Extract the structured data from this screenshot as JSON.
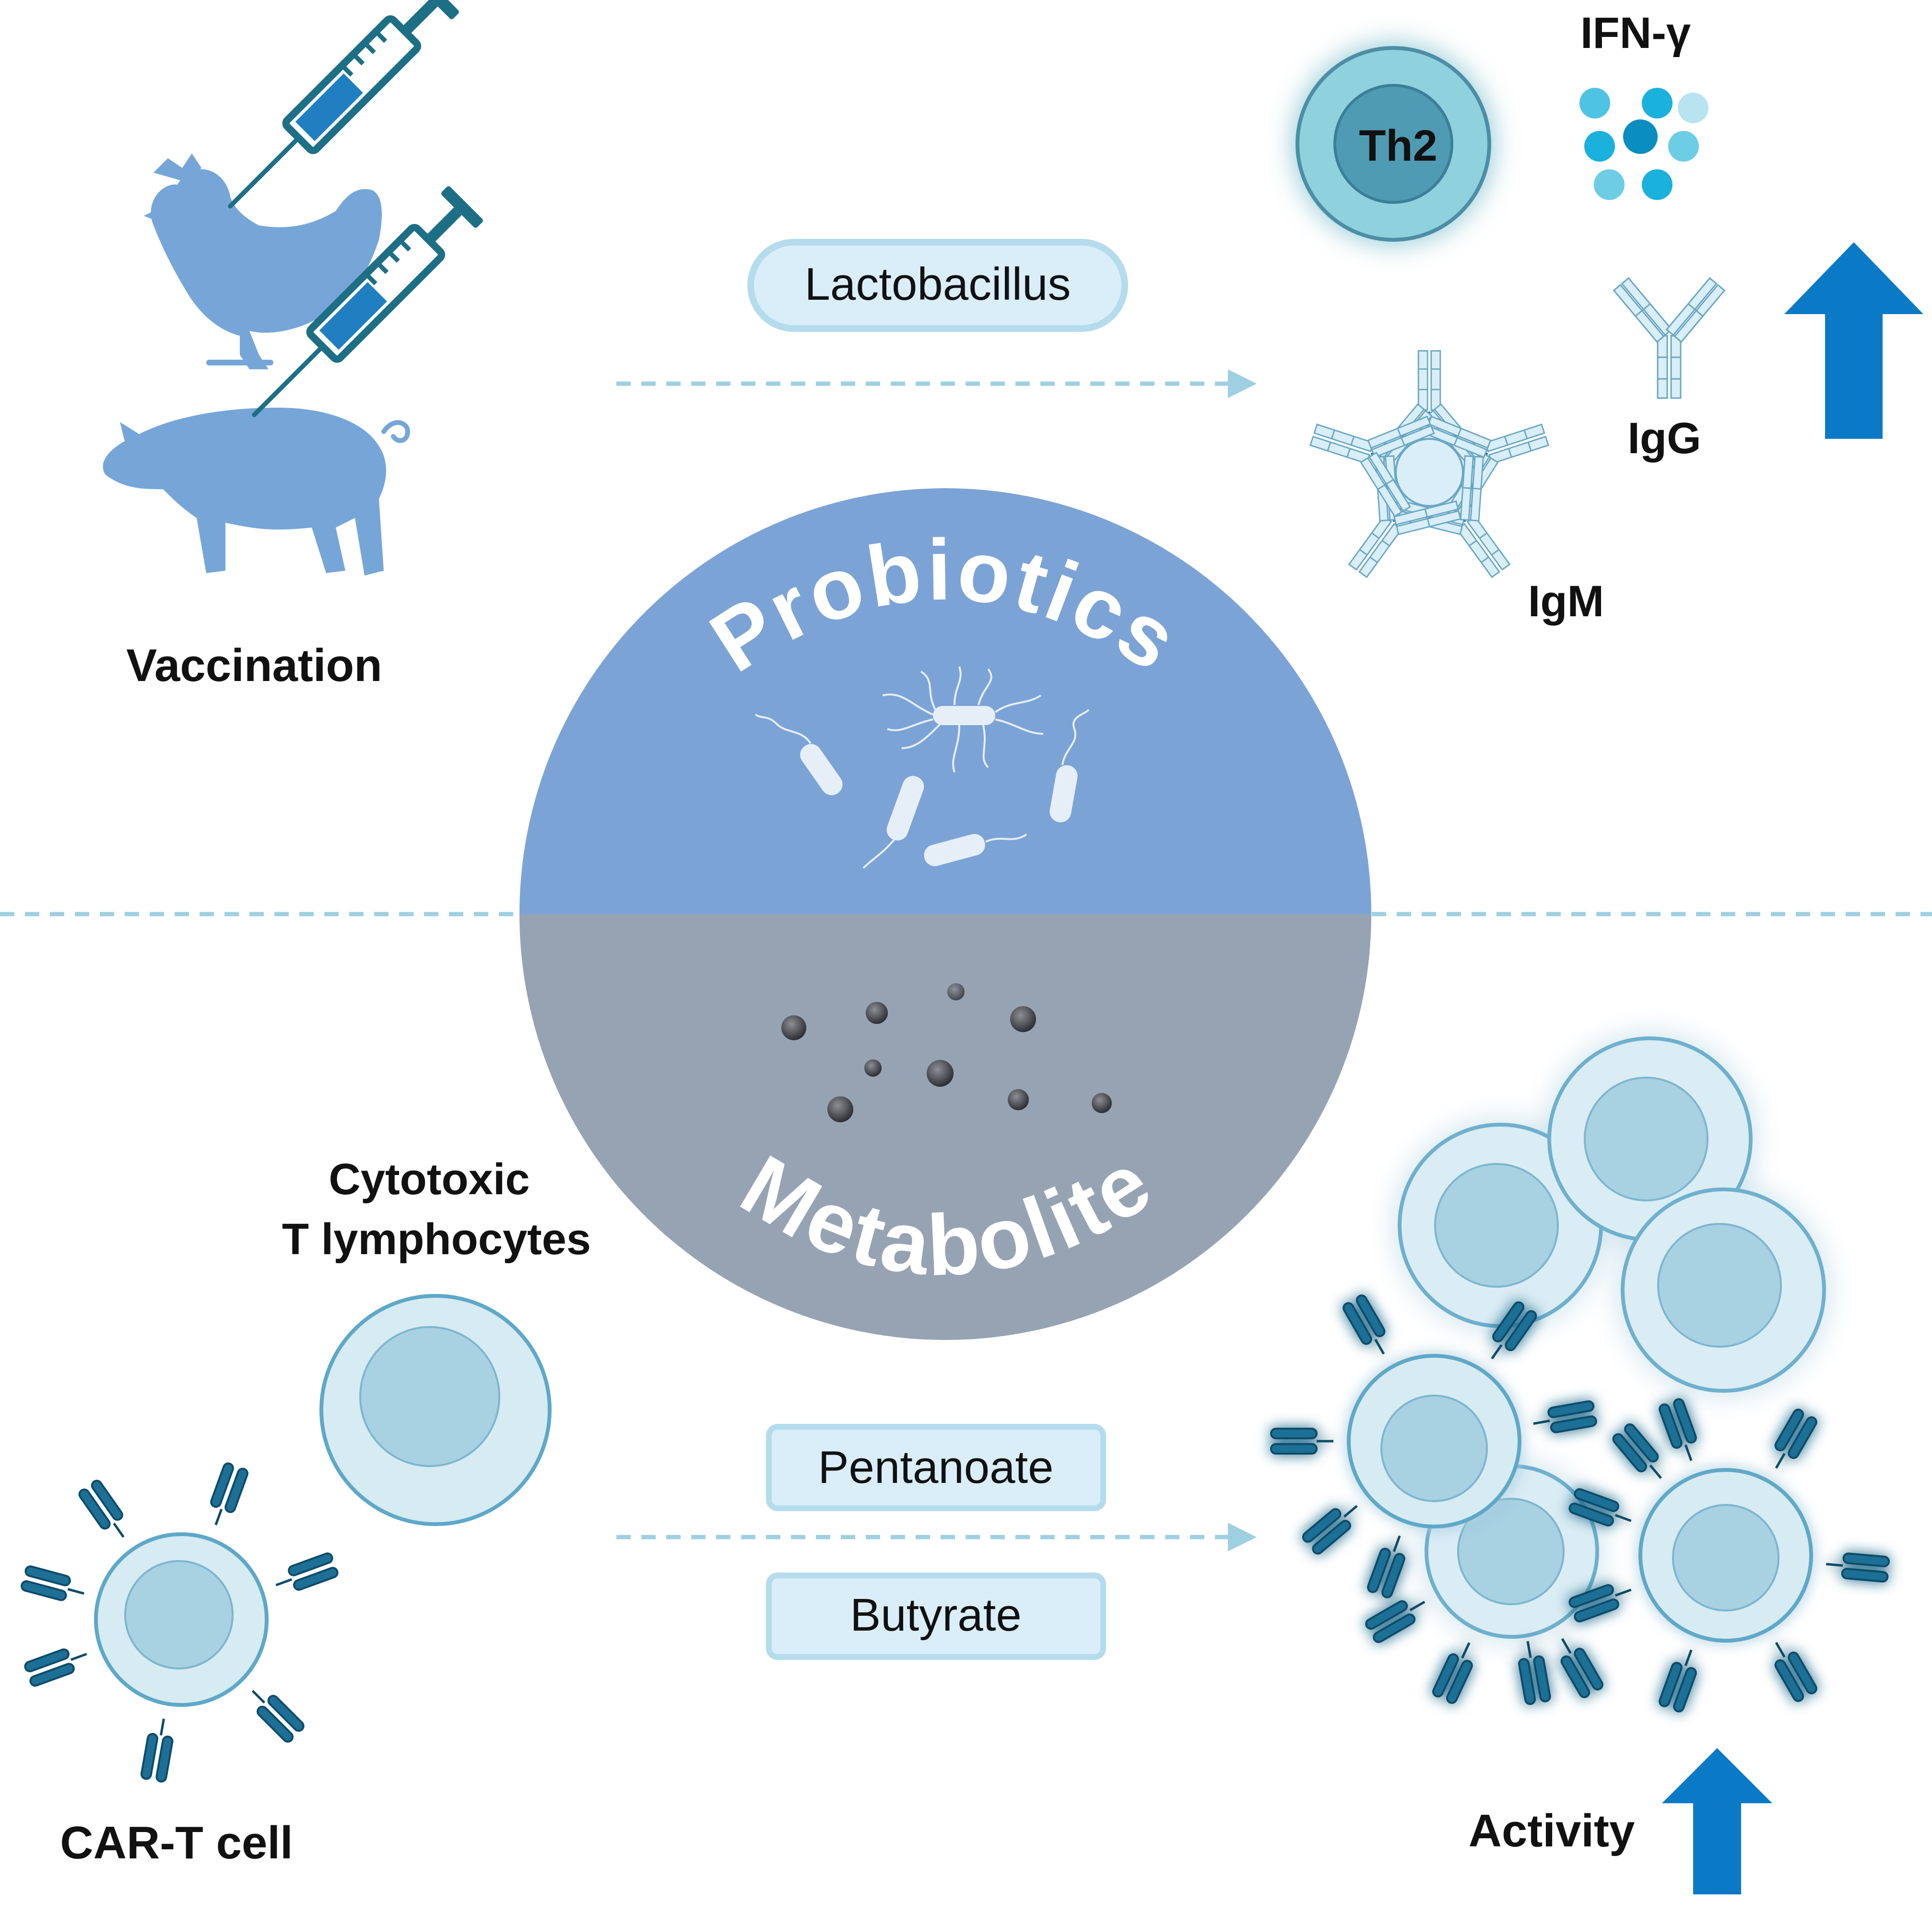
{
  "labels": {
    "vaccination": "Vaccination",
    "lactobacillus": "Lactobacillus",
    "th2": "Th2",
    "ifn": "IFN-γ",
    "igg": "IgG",
    "igm": "IgM",
    "probiotics": "Probiotics",
    "metabolite": "Metabolite",
    "cytotoxic_line1": "Cytotoxic",
    "cytotoxic_line2": "T lymphocytes",
    "pentanoate": "Pentanoate",
    "butyrate": "Butyrate",
    "car_t": "CAR-T cell",
    "activity": "Activity"
  },
  "colors": {
    "animal": "#76a6d8",
    "syringe": "#1d6f86",
    "probiotic_half": "#7ca3d6",
    "metabolite_half": "#96a3b2",
    "pill_fill": "#d9eef8",
    "pill_stroke": "#b5dced",
    "up_arrow": "#0b7ac6",
    "dashed": "#9fd0e1",
    "cell_outer": "#d7ebf3",
    "cell_inner": "#a8d1e2",
    "cell_stroke": "#5ea8c8",
    "receptor": "#1d6f96",
    "metabolite_dot": "#3d3f45"
  },
  "icons": [
    "chicken-icon",
    "pig-icon",
    "syringe-icon",
    "bacteria-icon",
    "antibody-icon",
    "up-arrow-icon"
  ]
}
